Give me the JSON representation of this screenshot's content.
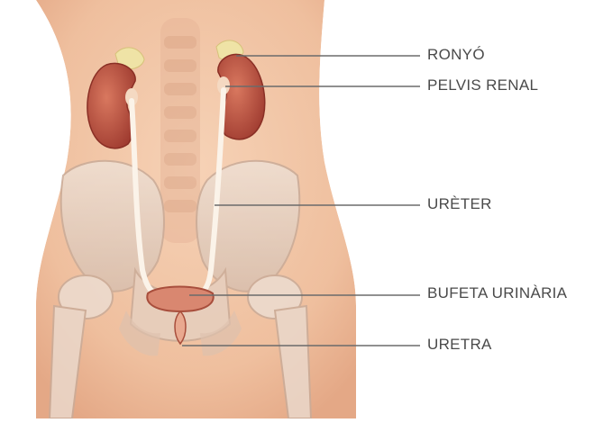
{
  "labels": [
    "RONYÓ",
    "PELVIS RENAL",
    "URÈTER",
    "BUFETA URINÀRIA",
    "URETRA"
  ],
  "colors": {
    "skin": "#f2c4a4",
    "skin_shadow": "#e3a583",
    "kidney": "#b94a3c",
    "kidney_light": "#d9785f",
    "adrenal": "#efe3a6",
    "bone": "#e9d6c7",
    "bone_shadow": "#cfb3a0",
    "ureter": "#fbf3e9",
    "bladder": "#d98770",
    "leader_line": "#6b6b6b",
    "label_text": "#4a4a4a"
  }
}
